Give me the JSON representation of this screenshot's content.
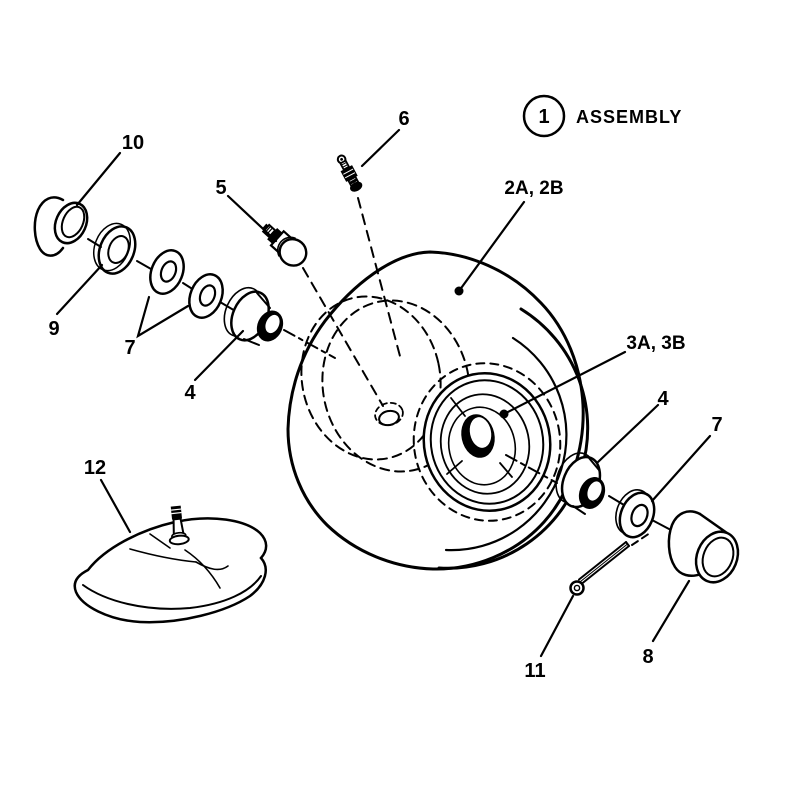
{
  "diagram": {
    "type": "exploded-parts-diagram",
    "subject": "wheel-and-tire-assembly",
    "background_color": "#ffffff",
    "line_color": "#000000",
    "assembly_badge": {
      "number": "1",
      "label": "ASSEMBLY"
    },
    "callouts": {
      "c2": "2A, 2B",
      "c3": "3A, 3B",
      "c4_left": "4",
      "c4_right": "4",
      "c5": "5",
      "c6": "6",
      "c7_left": "7",
      "c7_right": "7",
      "c8": "8",
      "c9": "9",
      "c10": "10",
      "c11": "11",
      "c12": "12"
    }
  }
}
